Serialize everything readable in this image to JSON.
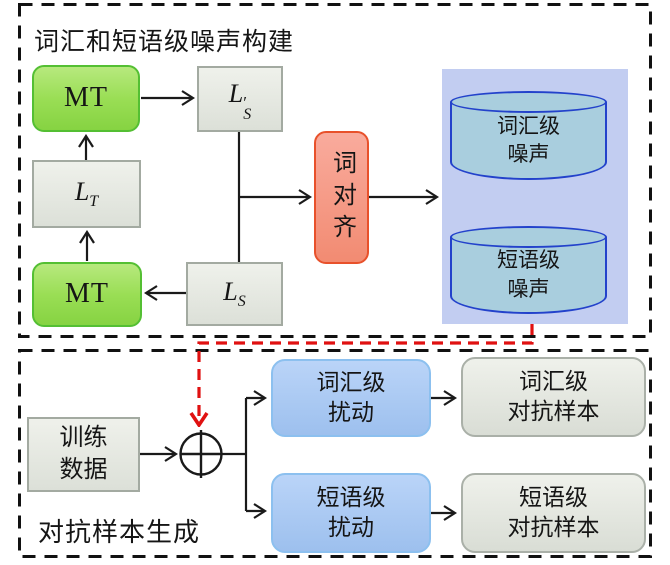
{
  "top_section": {
    "title": "词汇和短语级噪声构建",
    "mt_top_label": "MT",
    "mt_bottom_label": "MT",
    "lt": {
      "base": "L",
      "sub": "T"
    },
    "ls_prime": {
      "base": "L",
      "prime": "′",
      "sub": "S"
    },
    "ls": {
      "base": "L",
      "sub": "S"
    },
    "word_align_label": "词对齐",
    "noise_store": {
      "word_cylinder": {
        "line1": "词汇级",
        "line2": "噪声"
      },
      "phrase_cylinder": {
        "line1": "短语级",
        "line2": "噪声"
      }
    }
  },
  "bottom_section": {
    "title": "对抗样本生成",
    "train_data": {
      "line1": "训练",
      "line2": "数据"
    },
    "xor_symbol": "⊕",
    "word_perturb": {
      "line1": "词汇级",
      "line2": "扰动"
    },
    "word_adversarial": {
      "line1": "词汇级",
      "line2": "对抗样本"
    },
    "phrase_perturb": {
      "line1": "短语级",
      "line2": "扰动"
    },
    "phrase_adversarial": {
      "line1": "短语级",
      "line2": "对抗样本"
    }
  },
  "colors": {
    "mt_fill": "#9ade55",
    "mt_border": "#54bf33",
    "gray_fill": "#e4e8e0",
    "gray_border": "#a3aaa1",
    "align_fill": "#f4947f",
    "align_border": "#e8512b",
    "panel_fill": "#c2cdf1",
    "cylinder_fill": "#a9cede",
    "cylinder_border": "#2342cb",
    "perturb_fill": "#a9c9f2",
    "perturb_border": "#8cc0ef",
    "red_dashed": "#e01111",
    "line_black": "#1a1a1a"
  }
}
